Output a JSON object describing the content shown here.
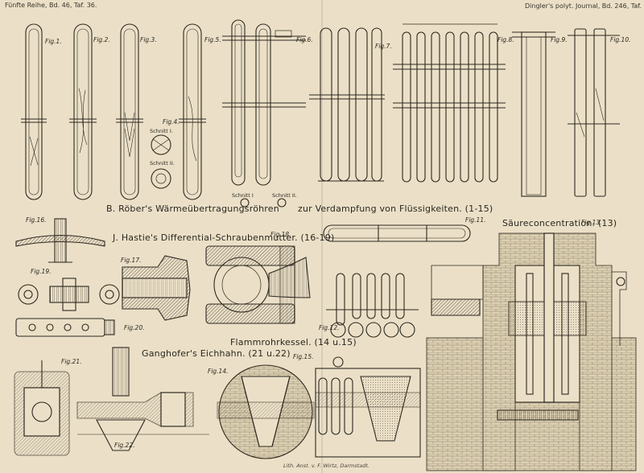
{
  "header": {
    "left": "Fünfte Reihe, Bd. 46, Taf. 36.",
    "right": "Dingler's polyt. Journal, Bd. 246, Taf. 36."
  },
  "figures": {
    "fig1": "Fig.1.",
    "fig2": "Fig.2.",
    "fig3": "Fig.3.",
    "fig4": "Fig.4.",
    "fig5": "Fig.5.",
    "fig6": "Fig.6.",
    "fig7": "Fig.7.",
    "fig8": "Fig.8.",
    "fig9": "Fig.9.",
    "fig10": "Fig.10.",
    "fig11": "Fig.11.",
    "fig12": "Fig.12.",
    "fig13": "Fig.13.",
    "fig14": "Fig.14.",
    "fig15": "Fig.15.",
    "fig16": "Fig.16.",
    "fig17": "Fig.17.",
    "fig18": "Fig.18.",
    "fig19": "Fig.19.",
    "fig20": "Fig.20.",
    "fig21": "Fig.21.",
    "fig22": "Fig.22."
  },
  "sections": {
    "roeber_left": "B. Röber's Wärmeübertragungsröhren",
    "roeber_right": "zur Verdampfung von Flüssigkeiten. (1-15)",
    "hastie": "J. Hastie's Differential-Schraubenmutter. (16-19)",
    "saeure": "Säureconcentration. (13)",
    "flammrohr": "Flammrohrkessel. (14 u.15)",
    "ganghofer": "Ganghofer's Eichhahn. (21 u.22)"
  },
  "labels": {
    "schnitt1_fig4": "Schnitt I.",
    "schnitt2_fig4": "Schnitt II.",
    "schnitt1_fig6": "Schnitt I",
    "schnitt2_fig6": "Schnitt II."
  },
  "imprint": "Lith. Anst. v. F. Wirtz, Darmstadt."
}
